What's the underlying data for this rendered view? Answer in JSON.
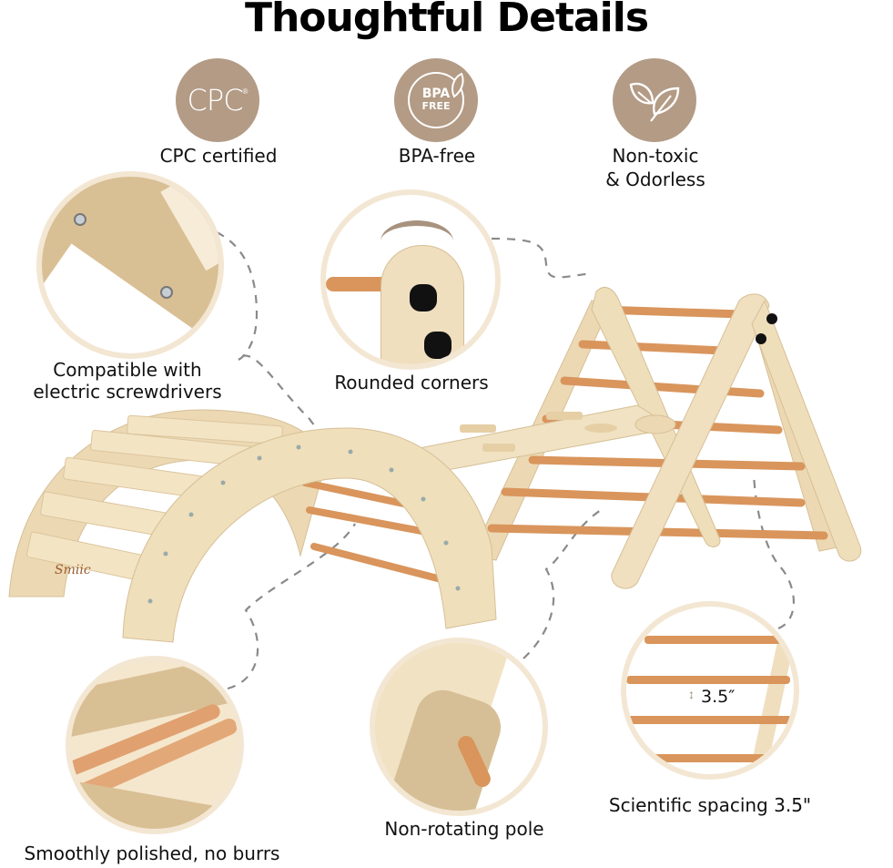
{
  "title": "Thoughtful Details",
  "badges": [
    {
      "icon": "cpc-certified-icon",
      "icon_text": "CPC",
      "label": "CPC certified"
    },
    {
      "icon": "bpa-free-icon",
      "icon_text_line1": "BPA",
      "icon_text_line2": "FREE",
      "label": "BPA-free"
    },
    {
      "icon": "leaves-icon",
      "label_line1": "Non-toxic",
      "label_line2": "& Odorless"
    }
  ],
  "details": [
    {
      "name": "screwdriver-detail",
      "label_line1": "Compatible with",
      "label_line2": "electric screwdrivers"
    },
    {
      "name": "rounded-corners-detail",
      "label": "Rounded corners"
    },
    {
      "name": "polished-detail",
      "label": "Smoothly polished, no burrs"
    },
    {
      "name": "non-rotating-pole-detail",
      "label": "Non-rotating pole"
    },
    {
      "name": "spacing-detail",
      "label": "Scientific spacing 3.5\"",
      "measure": "3.5″"
    }
  ],
  "product": {
    "brand_mark": "Smiic"
  },
  "colors": {
    "badge_bg": "#b39b85",
    "wood_light": "#ecd9b4",
    "wood_rung": "#d9955c",
    "frame_ring": "#f3e7d3"
  }
}
